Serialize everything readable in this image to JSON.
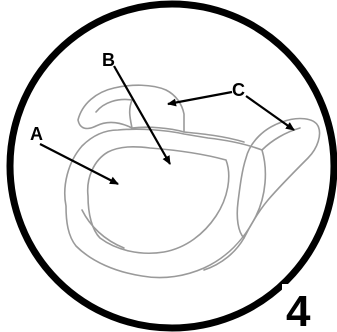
{
  "figure": {
    "step_number": "4",
    "callouts": [
      {
        "label": "A"
      },
      {
        "label": "B"
      },
      {
        "label": "C"
      }
    ]
  },
  "colors": {
    "outline": "#000000",
    "seat_lines": "#9a9a9a",
    "background": "#ffffff"
  }
}
